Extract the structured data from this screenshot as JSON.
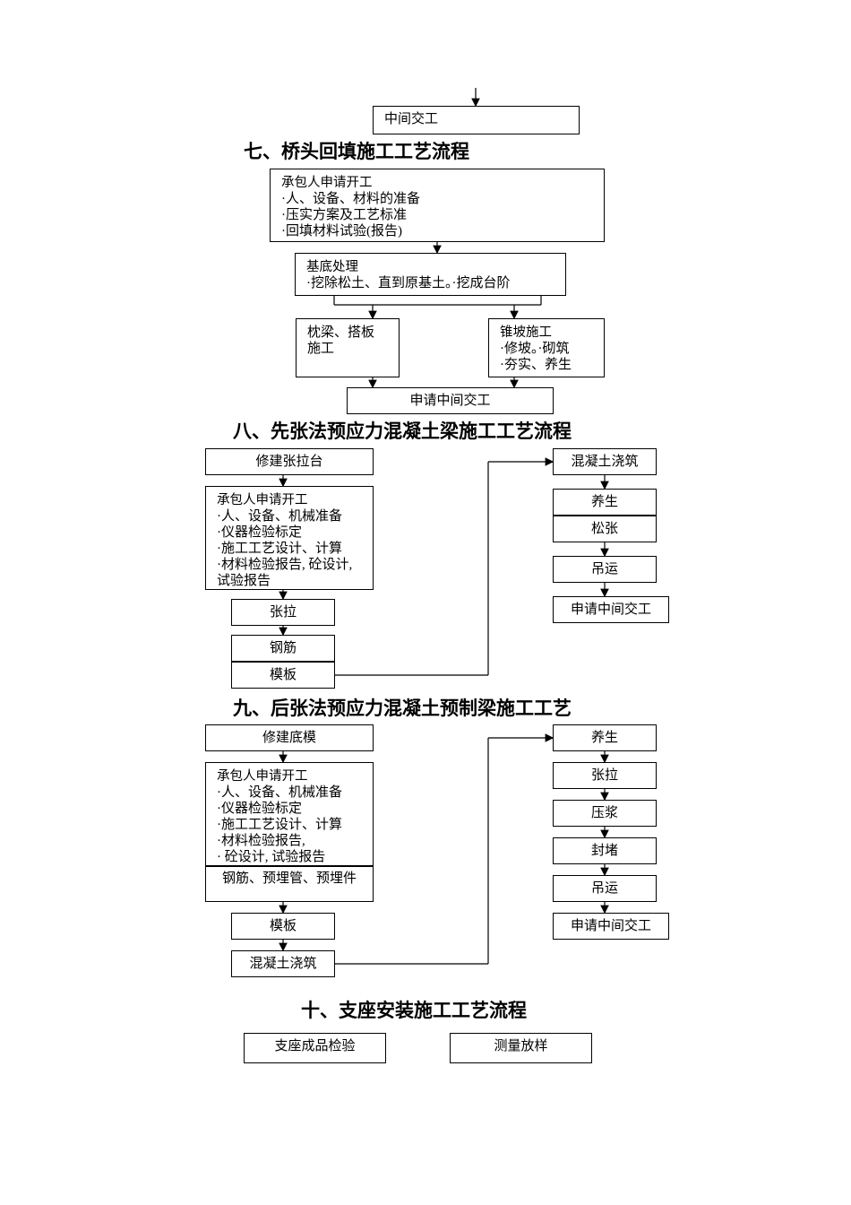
{
  "sections": {
    "s7": {
      "title": "七、桥头回填施工工艺流程",
      "top_box": "中间交工",
      "apply_box": {
        "heading": "承包人申请开工",
        "lines": [
          "·人、设备、材料的准备",
          "·压实方案及工艺标准",
          "·回填材料试验(报告)"
        ]
      },
      "base_box": {
        "heading": "基底处理",
        "lines": [
          "·挖除松土、直到原基土。·挖成台阶"
        ]
      },
      "pillow_box": {
        "lines": [
          "枕梁、搭板",
          "施工"
        ]
      },
      "slope_box": {
        "heading": "锥坡施工",
        "lines": [
          "·修坡。·砌筑",
          "·夯实、养生"
        ]
      },
      "handover_box": "申请中间交工"
    },
    "s8": {
      "title": "八、先张法预应力混凝土梁施工工艺流程",
      "left": {
        "build_platform": "修建张拉台",
        "apply_box": {
          "heading": "承包人申请开工",
          "lines": [
            "·人、设备、机械准备",
            "·仪器检验标定",
            "·施工工艺设计、计算",
            "·材料检验报告, 砼设计, 试验报告"
          ]
        },
        "tension": "张拉",
        "rebar": "钢筋",
        "formwork": "模板"
      },
      "right": {
        "pour": "混凝土浇筑",
        "cure": "养生",
        "release": "松张",
        "hoist": "吊运",
        "handover": "申请中间交工"
      }
    },
    "s9": {
      "title": "九、后张法预应力混凝土预制梁施工工艺",
      "left": {
        "build_bed": "修建底模",
        "apply_box": {
          "heading": "承包人申请开工",
          "lines": [
            "·人、设备、机械准备",
            "·仪器检验标定",
            "·施工工艺设计、计算",
            "·材料检验报告,",
            "· 砼设计, 试验报告"
          ]
        },
        "rebar": "钢筋、预埋管、预埋件",
        "formwork": "模板",
        "pour": "混凝土浇筑"
      },
      "right": {
        "cure": "养生",
        "tension": "张拉",
        "grout": "压浆",
        "seal": "封堵",
        "hoist": "吊运",
        "handover": "申请中间交工"
      }
    },
    "s10": {
      "title": "十、支座安装施工工艺流程",
      "inspect": "支座成品检验",
      "survey": "测量放样"
    }
  }
}
